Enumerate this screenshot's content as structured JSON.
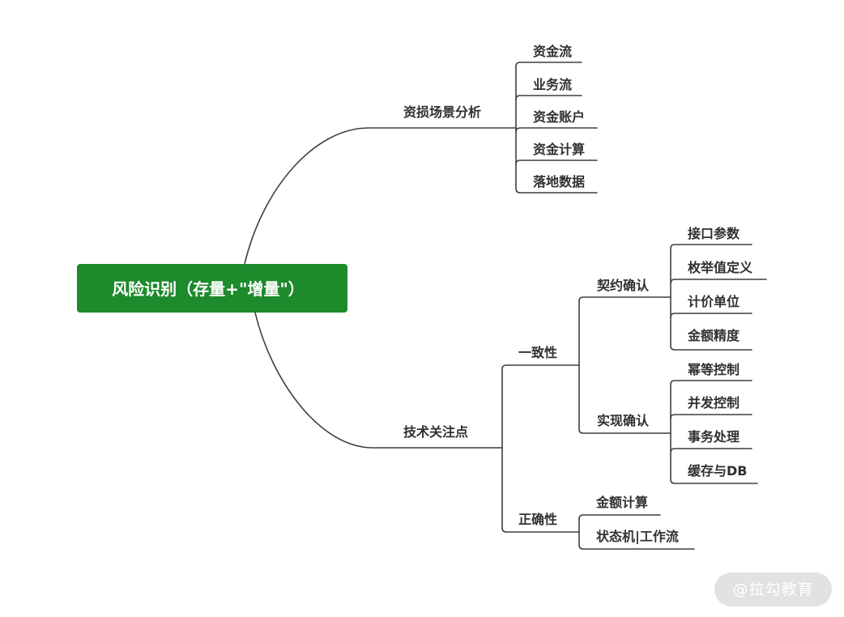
{
  "root": "风险识别（存量+\"增量\"）",
  "branches": {
    "loss_scenarios": {
      "label": "资损场景分析",
      "items": [
        "资金流",
        "业务流",
        "资金账户",
        "资金计算",
        "落地数据"
      ]
    },
    "tech_focus": {
      "label": "技术关注点",
      "consistency": {
        "label": "一致性",
        "contract": {
          "label": "契约确认",
          "items": [
            "接口参数",
            "枚举值定义",
            "计价单位",
            "金额精度"
          ]
        },
        "implementation": {
          "label": "实现确认",
          "items": [
            "幂等控制",
            "并发控制",
            "事务处理",
            "缓存与DB"
          ]
        }
      },
      "correctness": {
        "label": "正确性",
        "items": [
          "金额计算",
          "状态机|工作流"
        ]
      }
    }
  },
  "watermark": "@拉勾教育",
  "colors": {
    "root_fill": "#1d8a2c",
    "root_text": "#ffffff",
    "line": "#3f3f3f",
    "text": "#303030",
    "watermark_bg": "#e2e2e2"
  }
}
